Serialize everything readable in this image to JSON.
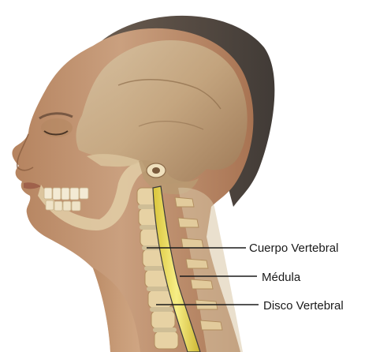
{
  "labels": {
    "cuerpo_vertebral": "Cuerpo Vertebral",
    "medula": "Médula",
    "disco_vertebral": "Disco Vertebral"
  },
  "colors": {
    "background": "#ffffff",
    "skin": "#c99a78",
    "skull": "#cdb491",
    "spinal_cord": "#f2e46a",
    "vertebra": "#e7d2a4",
    "disc": "#cfbe96",
    "label_text": "#1a1a1a"
  }
}
